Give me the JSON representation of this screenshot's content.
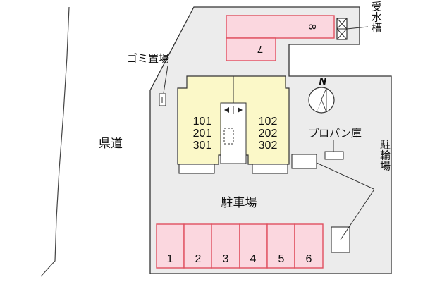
{
  "labels": {
    "prefectural_road": "県道",
    "garbage_area": "ゴミ置場",
    "water_tank": "受水槽",
    "propane_shed": "プロパン庫",
    "bicycle_parking": "駐輪場",
    "parking_lot": "駐車場",
    "north": "N"
  },
  "units_left": [
    "101",
    "201",
    "301"
  ],
  "units_right": [
    "102",
    "202",
    "302"
  ],
  "parking_spaces": [
    "1",
    "2",
    "3",
    "4",
    "5",
    "6"
  ],
  "parking_spaces_top": [
    "8",
    "7"
  ],
  "colors": {
    "lot": "#ececec",
    "building": "#fbf8c8",
    "parking": "#fbd7df",
    "parking_border": "#e0505f",
    "line": "#333333"
  }
}
